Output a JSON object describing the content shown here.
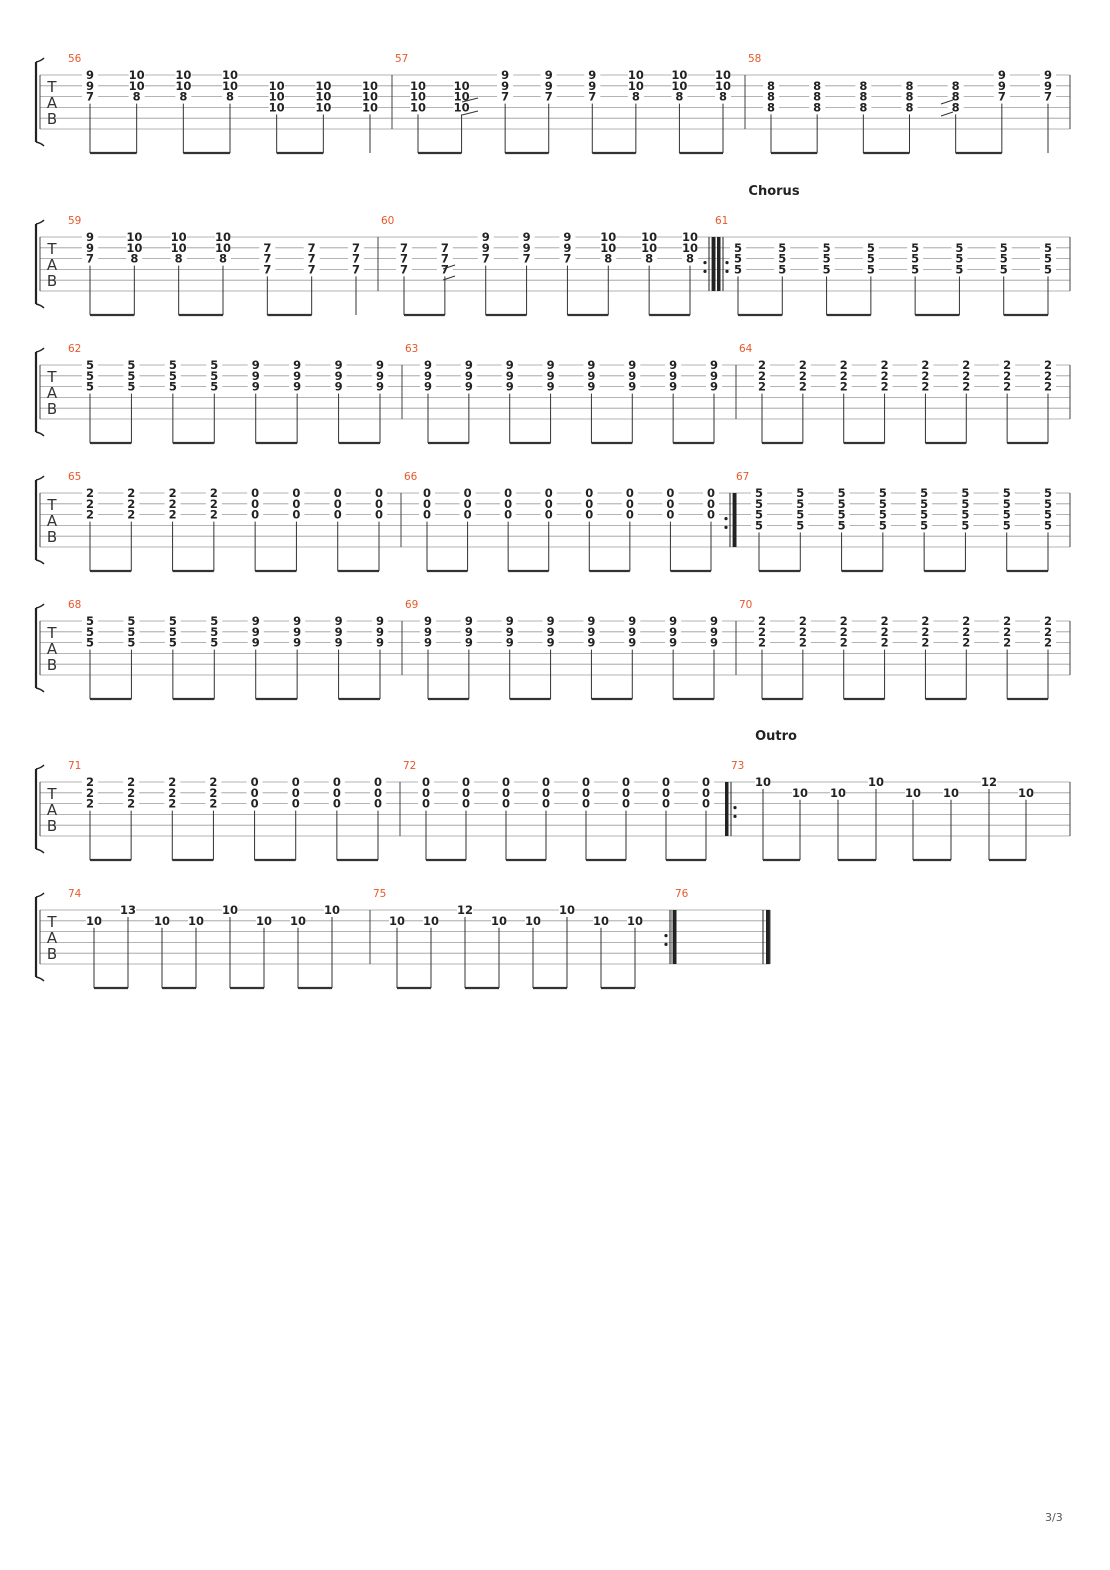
{
  "page": {
    "number_label": "3/3"
  },
  "tab_clef": [
    "T",
    "A",
    "B"
  ],
  "systems": [
    {
      "section": "",
      "measures": [
        {
          "number": "56",
          "beats": [
            [
              "9",
              "9",
              "7"
            ],
            [
              "10",
              "10",
              "8"
            ],
            [
              "10",
              "10",
              "8"
            ],
            [
              "10",
              "10",
              "8"
            ],
            [
              "",
              "10",
              "10",
              "10"
            ],
            [
              "",
              "10",
              "10",
              "10"
            ],
            [
              "",
              "10",
              "10",
              "10"
            ]
          ]
        },
        {
          "number": "57",
          "beats": [
            [
              "",
              "10",
              "10",
              "10"
            ],
            [
              "",
              "10",
              "10",
              "10"
            ],
            [
              "9",
              "9",
              "7"
            ],
            [
              "9",
              "9",
              "7"
            ],
            [
              "9",
              "9",
              "7"
            ],
            [
              "10",
              "10",
              "8"
            ],
            [
              "10",
              "10",
              "8"
            ],
            [
              "10",
              "10",
              "8"
            ]
          ]
        },
        {
          "number": "58",
          "beats": [
            [
              "",
              "8",
              "8",
              "8"
            ],
            [
              "",
              "8",
              "8",
              "8"
            ],
            [
              "",
              "8",
              "8",
              "8"
            ],
            [
              "",
              "8",
              "8",
              "8"
            ],
            [
              "",
              "8",
              "8",
              "8"
            ],
            [
              "9",
              "9",
              "7"
            ],
            [
              "9",
              "9",
              "7"
            ]
          ]
        }
      ]
    },
    {
      "section": "Chorus",
      "measures": [
        {
          "number": "59",
          "beats": [
            [
              "9",
              "9",
              "7"
            ],
            [
              "10",
              "10",
              "8"
            ],
            [
              "10",
              "10",
              "8"
            ],
            [
              "10",
              "10",
              "8"
            ],
            [
              "",
              "7",
              "7",
              "7"
            ],
            [
              "",
              "7",
              "7",
              "7"
            ],
            [
              "",
              "7",
              "7",
              "7"
            ]
          ]
        },
        {
          "number": "60",
          "beats": [
            [
              "",
              "7",
              "7",
              "7"
            ],
            [
              "",
              "7",
              "7",
              "7"
            ],
            [
              "9",
              "9",
              "7"
            ],
            [
              "9",
              "9",
              "7"
            ],
            [
              "9",
              "9",
              "7"
            ],
            [
              "10",
              "10",
              "8"
            ],
            [
              "10",
              "10",
              "8"
            ],
            [
              "10",
              "10",
              "8"
            ]
          ]
        },
        {
          "number": "61",
          "beats": [
            [
              "",
              "5",
              "5",
              "5"
            ],
            [
              "",
              "5",
              "5",
              "5"
            ],
            [
              "",
              "5",
              "5",
              "5"
            ],
            [
              "",
              "5",
              "5",
              "5"
            ],
            [
              "",
              "5",
              "5",
              "5"
            ],
            [
              "",
              "5",
              "5",
              "5"
            ],
            [
              "",
              "5",
              "5",
              "5"
            ],
            [
              "",
              "5",
              "5",
              "5"
            ]
          ]
        }
      ]
    },
    {
      "section": "",
      "measures": [
        {
          "number": "62",
          "beats": [
            [
              "5",
              "5",
              "5"
            ],
            [
              "5",
              "5",
              "5"
            ],
            [
              "5",
              "5",
              "5"
            ],
            [
              "5",
              "5",
              "5"
            ],
            [
              "9",
              "9",
              "9"
            ],
            [
              "9",
              "9",
              "9"
            ],
            [
              "9",
              "9",
              "9"
            ],
            [
              "9",
              "9",
              "9"
            ]
          ]
        },
        {
          "number": "63",
          "beats": [
            [
              "9",
              "9",
              "9"
            ],
            [
              "9",
              "9",
              "9"
            ],
            [
              "9",
              "9",
              "9"
            ],
            [
              "9",
              "9",
              "9"
            ],
            [
              "9",
              "9",
              "9"
            ],
            [
              "9",
              "9",
              "9"
            ],
            [
              "9",
              "9",
              "9"
            ],
            [
              "9",
              "9",
              "9"
            ]
          ]
        },
        {
          "number": "64",
          "beats": [
            [
              "2",
              "2",
              "2"
            ],
            [
              "2",
              "2",
              "2"
            ],
            [
              "2",
              "2",
              "2"
            ],
            [
              "2",
              "2",
              "2"
            ],
            [
              "2",
              "2",
              "2"
            ],
            [
              "2",
              "2",
              "2"
            ],
            [
              "2",
              "2",
              "2"
            ],
            [
              "2",
              "2",
              "2"
            ]
          ]
        }
      ]
    },
    {
      "section": "",
      "measures": [
        {
          "number": "65",
          "beats": [
            [
              "2",
              "2",
              "2"
            ],
            [
              "2",
              "2",
              "2"
            ],
            [
              "2",
              "2",
              "2"
            ],
            [
              "2",
              "2",
              "2"
            ],
            [
              "0",
              "0",
              "0"
            ],
            [
              "0",
              "0",
              "0"
            ],
            [
              "0",
              "0",
              "0"
            ],
            [
              "0",
              "0",
              "0"
            ]
          ]
        },
        {
          "number": "66",
          "beats": [
            [
              "0",
              "0",
              "0"
            ],
            [
              "0",
              "0",
              "0"
            ],
            [
              "0",
              "0",
              "0"
            ],
            [
              "0",
              "0",
              "0"
            ],
            [
              "0",
              "0",
              "0"
            ],
            [
              "0",
              "0",
              "0"
            ],
            [
              "0",
              "0",
              "0"
            ],
            [
              "0",
              "0",
              "0"
            ]
          ]
        },
        {
          "number": "67",
          "beats": [
            [
              "5",
              "5",
              "5",
              "5"
            ],
            [
              "5",
              "5",
              "5",
              "5"
            ],
            [
              "5",
              "5",
              "5",
              "5"
            ],
            [
              "5",
              "5",
              "5",
              "5"
            ],
            [
              "5",
              "5",
              "5",
              "5"
            ],
            [
              "5",
              "5",
              "5",
              "5"
            ],
            [
              "5",
              "5",
              "5",
              "5"
            ],
            [
              "5",
              "5",
              "5",
              "5"
            ]
          ]
        }
      ]
    },
    {
      "section": "",
      "measures": [
        {
          "number": "68",
          "beats": [
            [
              "5",
              "5",
              "5"
            ],
            [
              "5",
              "5",
              "5"
            ],
            [
              "5",
              "5",
              "5"
            ],
            [
              "5",
              "5",
              "5"
            ],
            [
              "9",
              "9",
              "9"
            ],
            [
              "9",
              "9",
              "9"
            ],
            [
              "9",
              "9",
              "9"
            ],
            [
              "9",
              "9",
              "9"
            ]
          ]
        },
        {
          "number": "69",
          "beats": [
            [
              "9",
              "9",
              "9"
            ],
            [
              "9",
              "9",
              "9"
            ],
            [
              "9",
              "9",
              "9"
            ],
            [
              "9",
              "9",
              "9"
            ],
            [
              "9",
              "9",
              "9"
            ],
            [
              "9",
              "9",
              "9"
            ],
            [
              "9",
              "9",
              "9"
            ],
            [
              "9",
              "9",
              "9"
            ]
          ]
        },
        {
          "number": "70",
          "beats": [
            [
              "2",
              "2",
              "2"
            ],
            [
              "2",
              "2",
              "2"
            ],
            [
              "2",
              "2",
              "2"
            ],
            [
              "2",
              "2",
              "2"
            ],
            [
              "2",
              "2",
              "2"
            ],
            [
              "2",
              "2",
              "2"
            ],
            [
              "2",
              "2",
              "2"
            ],
            [
              "2",
              "2",
              "2"
            ]
          ]
        }
      ]
    },
    {
      "section": "Outro",
      "measures": [
        {
          "number": "71",
          "beats": [
            [
              "2",
              "2",
              "2"
            ],
            [
              "2",
              "2",
              "2"
            ],
            [
              "2",
              "2",
              "2"
            ],
            [
              "2",
              "2",
              "2"
            ],
            [
              "0",
              "0",
              "0"
            ],
            [
              "0",
              "0",
              "0"
            ],
            [
              "0",
              "0",
              "0"
            ],
            [
              "0",
              "0",
              "0"
            ]
          ]
        },
        {
          "number": "72",
          "beats": [
            [
              "0",
              "0",
              "0"
            ],
            [
              "0",
              "0",
              "0"
            ],
            [
              "0",
              "0",
              "0"
            ],
            [
              "0",
              "0",
              "0"
            ],
            [
              "0",
              "0",
              "0"
            ],
            [
              "0",
              "0",
              "0"
            ],
            [
              "0",
              "0",
              "0"
            ],
            [
              "0",
              "0",
              "0"
            ]
          ]
        },
        {
          "number": "73",
          "beats": [
            [
              "10"
            ],
            [
              "",
              "10"
            ],
            [
              "",
              "10"
            ],
            [
              "10"
            ],
            [
              "",
              "10"
            ],
            [
              "",
              "10"
            ],
            [
              "12"
            ],
            [
              "",
              "10"
            ]
          ]
        }
      ]
    },
    {
      "section": "",
      "measures": [
        {
          "number": "74",
          "beats": [
            [
              "",
              "10"
            ],
            [
              "13"
            ],
            [
              "",
              "10"
            ],
            [
              "",
              "10"
            ],
            [
              "10"
            ],
            [
              "",
              "10"
            ],
            [
              "",
              "10"
            ],
            [
              "10"
            ]
          ]
        },
        {
          "number": "75",
          "beats": [
            [
              "",
              "10"
            ],
            [
              "",
              "10"
            ],
            [
              "12"
            ],
            [
              "",
              "10"
            ],
            [
              "",
              "10"
            ],
            [
              "10"
            ],
            [
              "",
              "10"
            ],
            [
              "",
              "10"
            ]
          ]
        },
        {
          "number": "76",
          "beats": []
        }
      ]
    }
  ]
}
